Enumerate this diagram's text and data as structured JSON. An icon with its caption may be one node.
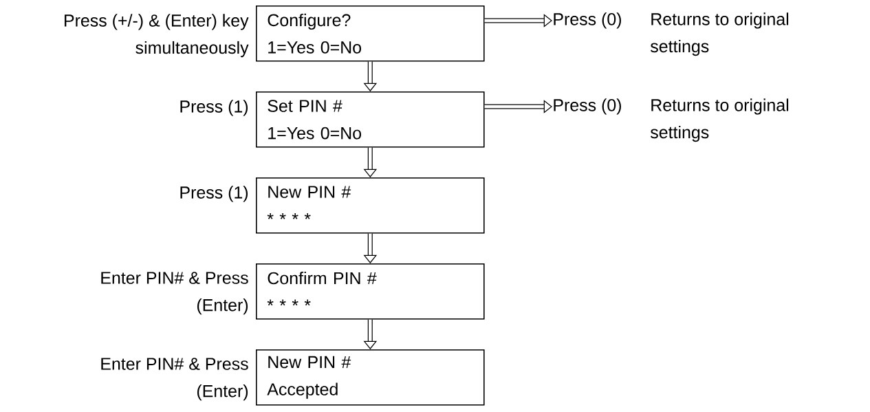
{
  "diagram": {
    "nodes": [
      {
        "text": [
          "Configure?",
          "1=Yes   0=No"
        ],
        "beside": [
          "Press (+/-) & (Enter) key simultaneously"
        ]
      },
      {
        "text": [
          "Press (0)"
        ],
        "beside": [
          "Returns to original settings"
        ]
      },
      {
        "text": [
          "Set PIN #",
          "1=Yes   0=No"
        ],
        "beside": [
          "Press (1)"
        ]
      },
      {
        "text": [
          "Press (0)"
        ],
        "beside": [
          "Returns to original settings"
        ]
      },
      {
        "text": [
          "New PIN #",
          "* * * *"
        ],
        "beside": [
          "Press (1)"
        ]
      },
      {
        "text": [
          "Confirm PIN #",
          "* * * *"
        ],
        "beside": [
          "Enter PIN# & Press (Enter)"
        ]
      },
      {
        "text": [
          "New PIN #",
          "Accepted"
        ],
        "beside": [
          "Enter PIN# & Press (Enter)"
        ]
      }
    ],
    "edges": [
      {
        "from": 0,
        "to": 1,
        "arrow": "to"
      },
      {
        "from": 0,
        "to": 2,
        "arrow": "to"
      },
      {
        "from": 2,
        "to": 3,
        "arrow": "to"
      },
      {
        "from": 2,
        "to": 4,
        "arrow": "to"
      },
      {
        "from": 4,
        "to": 5,
        "arrow": "to"
      },
      {
        "from": 5,
        "to": 6,
        "arrow": "to"
      }
    ]
  }
}
